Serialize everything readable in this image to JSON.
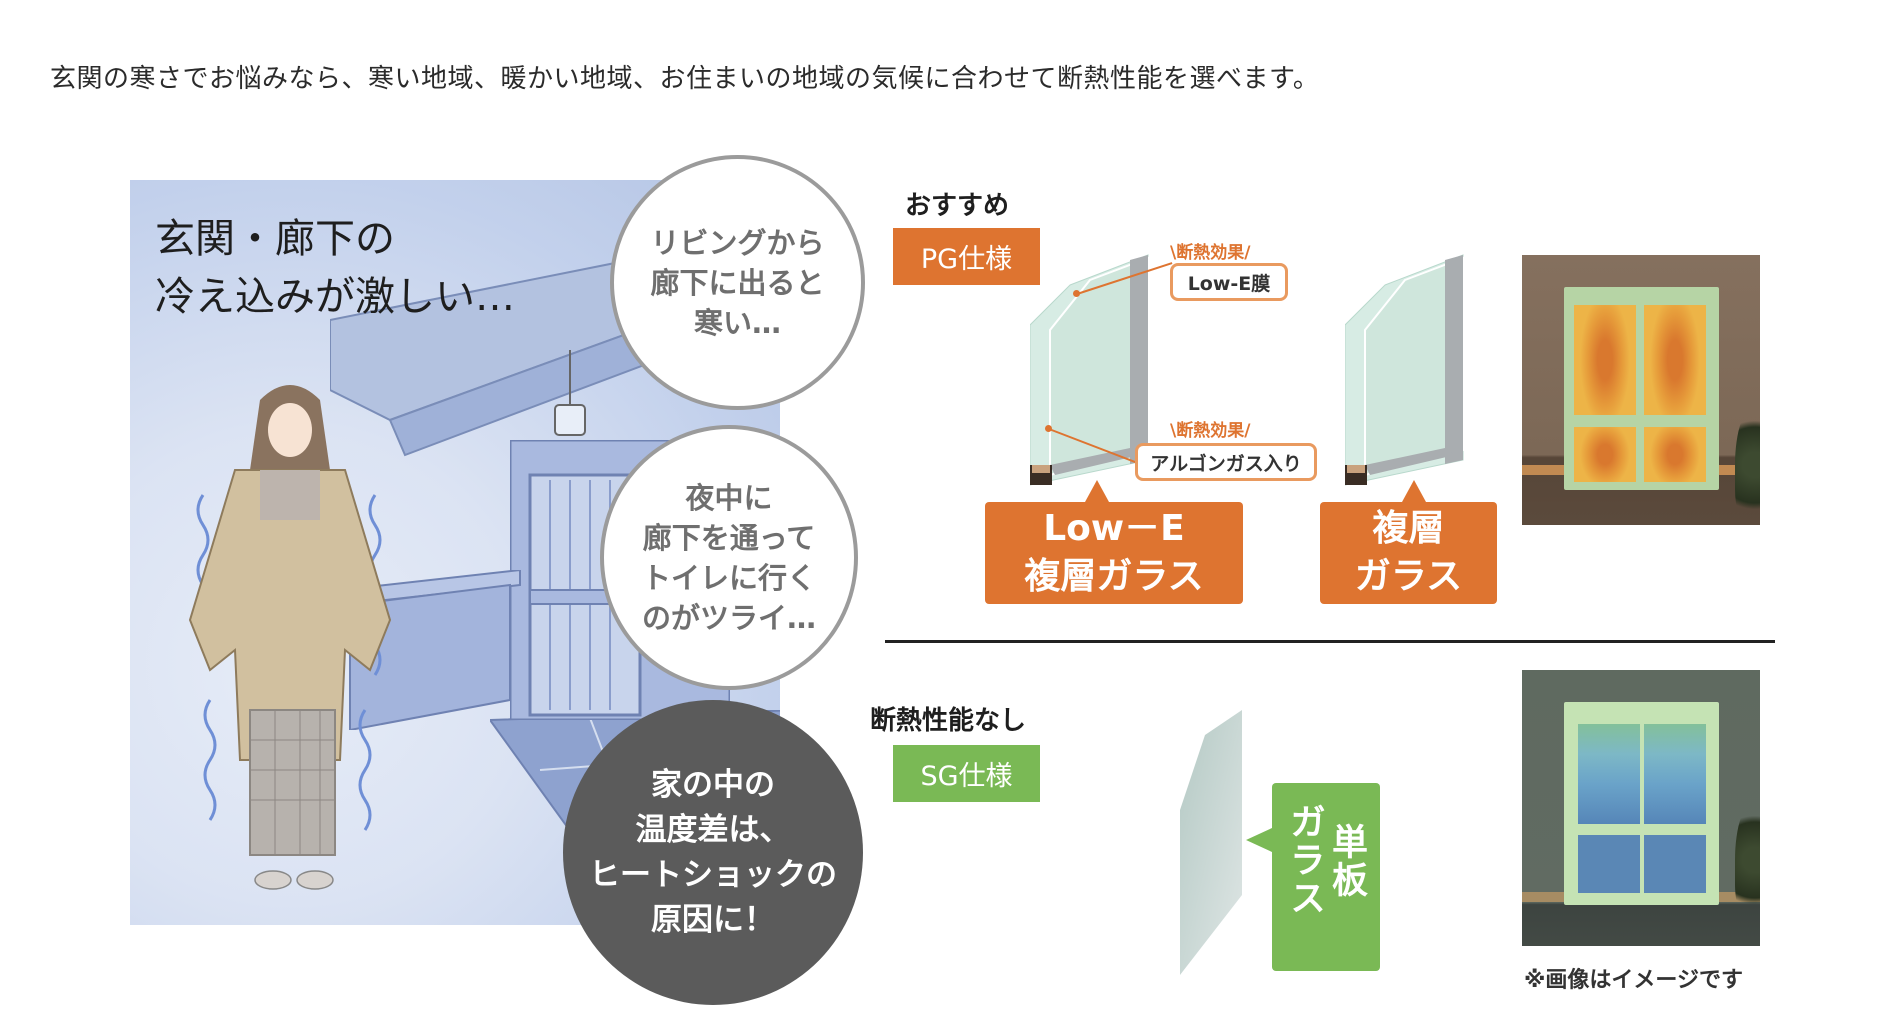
{
  "intro_text": "玄関の寒さでお悩みなら、寒い地域、暖かい地域、お住まいの地域の気候に合わせて断熱性能を選べます。",
  "illustration": {
    "title_lines": [
      "玄関・廊下の",
      "冷え込みが激しい…"
    ],
    "bubble_1_lines": [
      "リビングから",
      "廊下に出ると",
      "寒い…"
    ],
    "bubble_2_lines": [
      "夜中に",
      "廊下を通って",
      "トイレに行く",
      "のがツライ…"
    ],
    "warning_lines": [
      "家の中の",
      "温度差は、",
      "ヒートショックの",
      "原因に！"
    ]
  },
  "recommended": {
    "section_label": "おすすめ",
    "spec_badge": "PG仕様",
    "effect_label_1": "\\断熱効果/",
    "tag_1": "Low-E膜",
    "effect_label_2": "\\断熱効果/",
    "tag_2": "アルゴンガス入り",
    "glass_types": [
      {
        "lines": [
          "Low－E",
          "複層ガラス"
        ]
      },
      {
        "lines": [
          "複層",
          "ガラス"
        ]
      }
    ]
  },
  "no_insulation": {
    "section_label": "断熱性能なし",
    "spec_badge": "SG仕様",
    "glass_type_cols": [
      "単板",
      "ガラス"
    ]
  },
  "caption": "※画像はイメージです",
  "colors": {
    "orange": "#de7430",
    "green": "#7ab955",
    "dark_circle": "#5b5b5b",
    "illustration_bg": "#cbd7ee"
  }
}
